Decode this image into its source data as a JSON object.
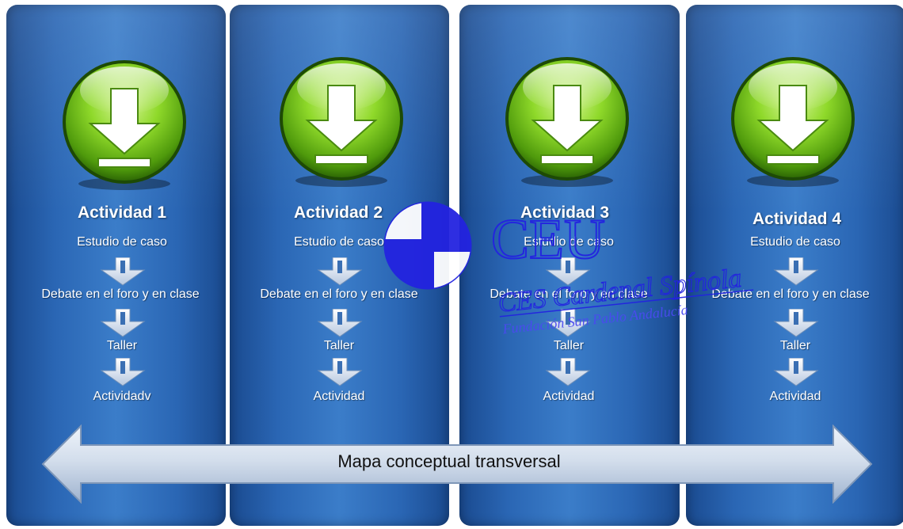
{
  "colors": {
    "panel": "#2a66b4",
    "icon_green": "#7fcf1a",
    "arrow_fill": "#c9d7ea",
    "watermark_blue": "#2323e0"
  },
  "columns": [
    {
      "title": "Actividad 1",
      "steps": [
        "Estudio de caso",
        "Debate en el foro y en clase",
        "Taller",
        "Actividadv"
      ],
      "icon": "download-icon"
    },
    {
      "title": "Actividad 2",
      "steps": [
        "Estudio de caso",
        "Debate en el foro y en clase",
        "Taller",
        "Actividad"
      ],
      "icon": "download-icon"
    },
    {
      "title": "Actividad 3",
      "steps": [
        "Estudio de caso",
        "Debate en el foro y en clase",
        "Taller",
        "Actividad"
      ],
      "icon": "download-icon"
    },
    {
      "title": "Actividad 4",
      "steps": [
        "Estudio de caso",
        "Debate en el foro y en clase",
        "Taller",
        "Actividad"
      ],
      "icon": "download-icon"
    }
  ],
  "transversal": {
    "label": "Mapa conceptual transversal"
  },
  "watermark": {
    "line1": "CEU",
    "line2": "CES Cardenal Spínola",
    "line3": "Fundación San Pablo Andalucía"
  }
}
